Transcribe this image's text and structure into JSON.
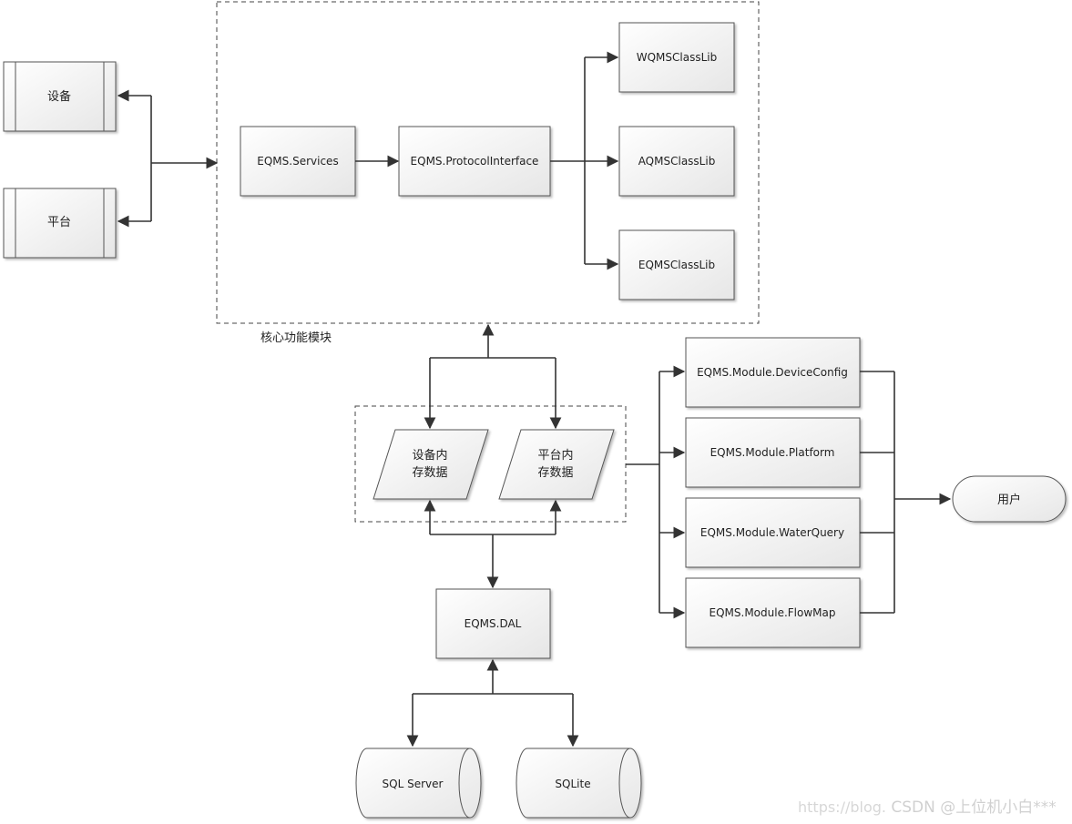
{
  "labels": {
    "device": "设备",
    "platform": "平台",
    "services": "EQMS.Services",
    "protocol": "EQMS.ProtocolInterface",
    "wqms": "WQMSClassLib",
    "aqms": "AQMSClassLib",
    "eqms_lib": "EQMSClassLib",
    "core_group": "核心功能模块",
    "device_mem_1": "设备内",
    "device_mem_2": "存数据",
    "platform_mem_1": "平台内",
    "platform_mem_2": "存数据",
    "dal": "EQMS.DAL",
    "sqlserver": "SQL Server",
    "sqlite": "SQLite",
    "mod_device": "EQMS.Module.DeviceConfig",
    "mod_platform": "EQMS.Module.Platform",
    "mod_water": "EQMS.Module.WaterQuery",
    "mod_flow": "EQMS.Module.FlowMap",
    "user": "用户"
  },
  "watermark": {
    "url": "https://blog.",
    "text": "CSDN @上位机小白***"
  }
}
